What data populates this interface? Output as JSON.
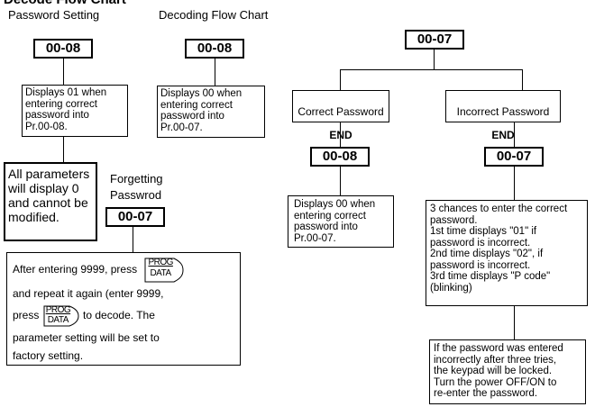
{
  "page_title": "Decode Flow Chart",
  "titles": {
    "password_setting": "Password Setting",
    "decoding": "Decoding Flow Chart",
    "forgetting": "Forgetting\nPasswrod"
  },
  "codes": {
    "ps_code": "00-08",
    "dec_code": "00-08",
    "top_code": "00-07",
    "forget_code": "00-07",
    "correct_code": "00-08",
    "incorrect_code": "00-07"
  },
  "boxes": {
    "ps_desc": "Displays 01 when\nentering correct\npassword into\nPr.00-08.",
    "all_params": "All parameters\nwill display 0\nand cannot be\nmodified.",
    "dec_desc": "Displays 00 when\nentering correct\npassword into\nPr.00-07.",
    "correct_title": "Correct Password",
    "correct_end": "END",
    "incorrect_title": "Incorrect Password",
    "incorrect_end": "END",
    "correct_desc": "Displays 00 when\nentering correct\npassword into\nPr.00-07.",
    "chances": "3 chances to enter the correct\npassword.\n1st time displays \"01\" if\npassword is incorrect.\n2nd time displays \"02\", if\npassword is incorrect.\n3rd time displays \"P code\"\n(blinking)",
    "locked": "If the password was entered\nincorrectly after three tries,\nthe keypad will be locked.\nTurn the power OFF/ON to\nre-enter the password."
  },
  "forget_statement": {
    "line1": "After entering 9999, press",
    "line2": "and repeat it again (enter 9999,",
    "line3_pre": "press",
    "line3_post": "to decode. The",
    "line4": "parameter setting will be set to",
    "line5": "factory setting."
  },
  "key": {
    "top": "PROG",
    "bottom": "DATA"
  }
}
